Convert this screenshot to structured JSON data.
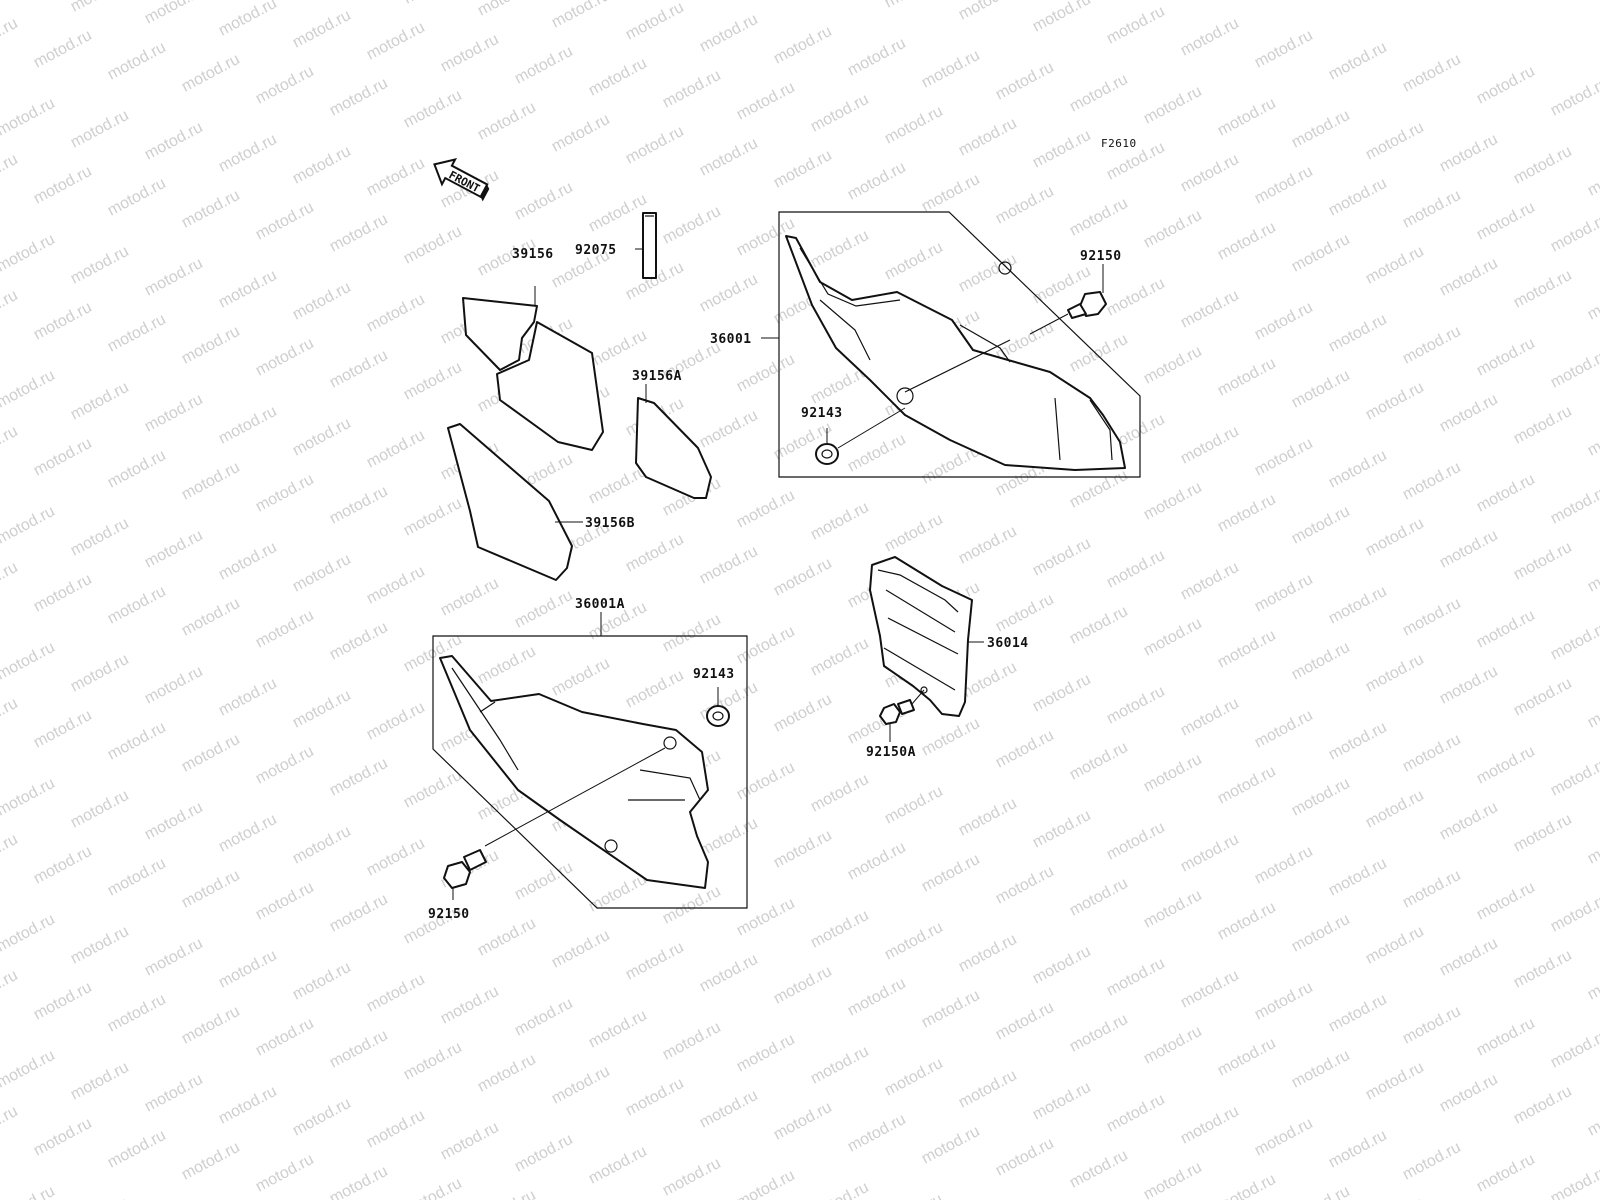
{
  "watermark": {
    "text": "motod.ru",
    "color": "#cfcfcf"
  },
  "figure_code": "F2610",
  "front_arrow": {
    "label": "FRONT"
  },
  "parts": {
    "p92075": "92075",
    "p39156": "39156",
    "p39156A": "39156A",
    "p39156B": "39156B",
    "p36001": "36001",
    "p92150_top": "92150",
    "p92143_top": "92143",
    "p36001A": "36001A",
    "p92143_bottom": "92143",
    "p92150_bottom": "92150",
    "p36014": "36014",
    "p92150A": "92150A"
  }
}
